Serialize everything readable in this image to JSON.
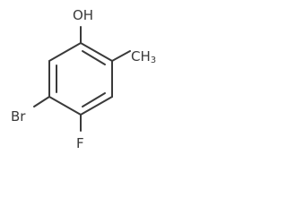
{
  "molecule": {
    "substituents": {
      "hydroxyl": "OH",
      "methyl_main": "CH",
      "methyl_sub": "3",
      "bromine": "Br",
      "fluorine": "F"
    },
    "colors": {
      "bond": "#3a3a3a",
      "label": "#3a3a3a",
      "background": "#ffffff"
    }
  }
}
